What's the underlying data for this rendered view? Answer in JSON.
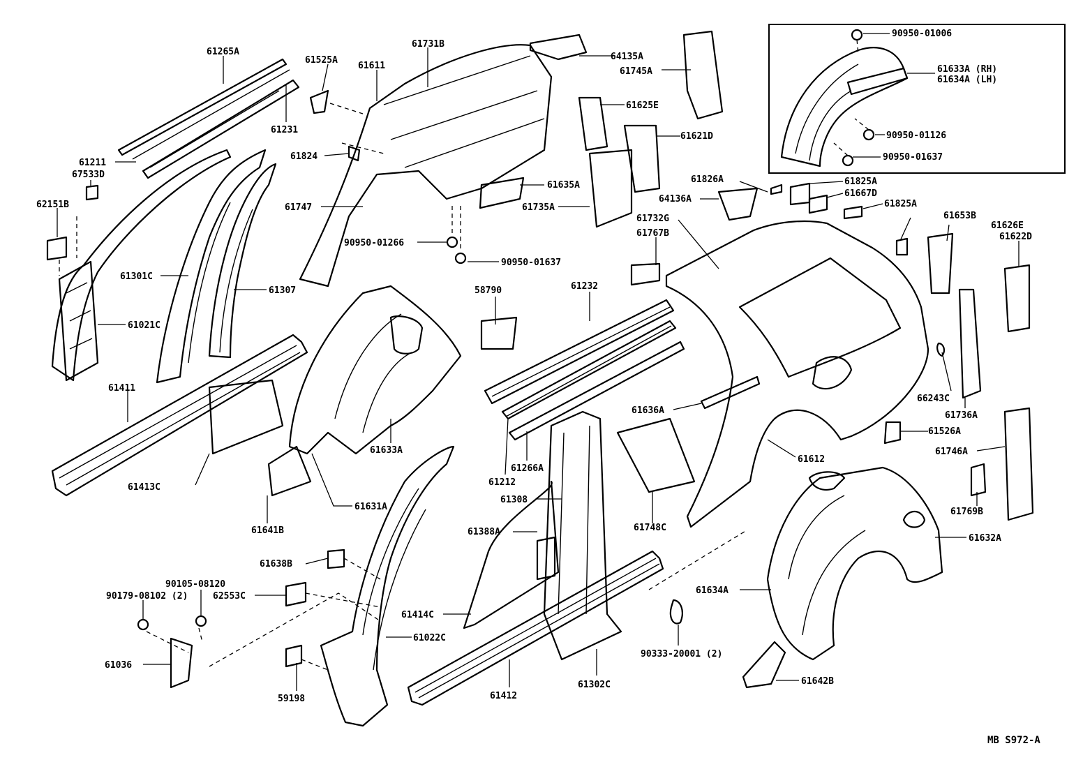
{
  "diagram_code": "MB S972-A",
  "parts": [
    {
      "id": "p61265A",
      "label": "61265A"
    },
    {
      "id": "p61525A",
      "label": "61525A"
    },
    {
      "id": "p61611",
      "label": "61611"
    },
    {
      "id": "p61731B",
      "label": "61731B"
    },
    {
      "id": "p64135A",
      "label": "64135A"
    },
    {
      "id": "p61745A",
      "label": "61745A"
    },
    {
      "id": "p61231",
      "label": "61231"
    },
    {
      "id": "p61211",
      "label": "61211"
    },
    {
      "id": "p67533D",
      "label": "67533D"
    },
    {
      "id": "p62151B",
      "label": "62151B"
    },
    {
      "id": "p61824",
      "label": "61824"
    },
    {
      "id": "p61625E",
      "label": "61625E"
    },
    {
      "id": "p61621D",
      "label": "61621D"
    },
    {
      "id": "p61635A",
      "label": "61635A"
    },
    {
      "id": "p61735A",
      "label": "61735A"
    },
    {
      "id": "p61747",
      "label": "61747"
    },
    {
      "id": "p90950-01266",
      "label": "90950-01266"
    },
    {
      "id": "p90950-01637b",
      "label": "90950-01637"
    },
    {
      "id": "p61301C",
      "label": "61301C"
    },
    {
      "id": "p61307",
      "label": "61307"
    },
    {
      "id": "p61021C",
      "label": "61021C"
    },
    {
      "id": "p61826A",
      "label": "61826A"
    },
    {
      "id": "p61825A-1",
      "label": "61825A"
    },
    {
      "id": "p64136A",
      "label": "64136A"
    },
    {
      "id": "p61667D",
      "label": "61667D"
    },
    {
      "id": "p61825A-2",
      "label": "61825A"
    },
    {
      "id": "p61732G",
      "label": "61732G"
    },
    {
      "id": "p61767B",
      "label": "61767B"
    },
    {
      "id": "p61653B",
      "label": "61653B"
    },
    {
      "id": "p61626E",
      "label": "61626E"
    },
    {
      "id": "p61622D",
      "label": "61622D"
    },
    {
      "id": "p58790",
      "label": "58790"
    },
    {
      "id": "p61232",
      "label": "61232"
    },
    {
      "id": "p61411",
      "label": "61411"
    },
    {
      "id": "p61633A",
      "label": "61633A"
    },
    {
      "id": "p61413C",
      "label": "61413C"
    },
    {
      "id": "p61636A",
      "label": "61636A"
    },
    {
      "id": "p66243C",
      "label": "66243C"
    },
    {
      "id": "p61736A",
      "label": "61736A"
    },
    {
      "id": "p61526A",
      "label": "61526A"
    },
    {
      "id": "p61746A",
      "label": "61746A"
    },
    {
      "id": "p61612",
      "label": "61612"
    },
    {
      "id": "p61631A",
      "label": "61631A"
    },
    {
      "id": "p61641B",
      "label": "61641B"
    },
    {
      "id": "p61212",
      "label": "61212"
    },
    {
      "id": "p61266A",
      "label": "61266A"
    },
    {
      "id": "p61308",
      "label": "61308"
    },
    {
      "id": "p61748C",
      "label": "61748C"
    },
    {
      "id": "p61769B",
      "label": "61769B"
    },
    {
      "id": "p61632A",
      "label": "61632A"
    },
    {
      "id": "p61388A",
      "label": "61388A"
    },
    {
      "id": "p61638B",
      "label": "61638B"
    },
    {
      "id": "p90105-08120",
      "label": "90105-08120"
    },
    {
      "id": "p90179-08102",
      "label": "90179-08102 (2)"
    },
    {
      "id": "p62553C",
      "label": "62553C"
    },
    {
      "id": "p61634A-main",
      "label": "61634A"
    },
    {
      "id": "p61414C",
      "label": "61414C"
    },
    {
      "id": "p61022C",
      "label": "61022C"
    },
    {
      "id": "p90333-20001",
      "label": "90333-20001 (2)"
    },
    {
      "id": "p61036",
      "label": "61036"
    },
    {
      "id": "p59198",
      "label": "59198"
    },
    {
      "id": "p61412",
      "label": "61412"
    },
    {
      "id": "p61302C",
      "label": "61302C"
    },
    {
      "id": "p61642B",
      "label": "61642B"
    }
  ],
  "inset": {
    "parts": [
      {
        "id": "i90950-01006",
        "label": "90950-01006"
      },
      {
        "id": "i61633A",
        "label": "61633A (RH)"
      },
      {
        "id": "i61634A",
        "label": "61634A (LH)"
      },
      {
        "id": "i90950-01126",
        "label": "90950-01126"
      },
      {
        "id": "i90950-01637",
        "label": "90950-01637"
      }
    ]
  }
}
